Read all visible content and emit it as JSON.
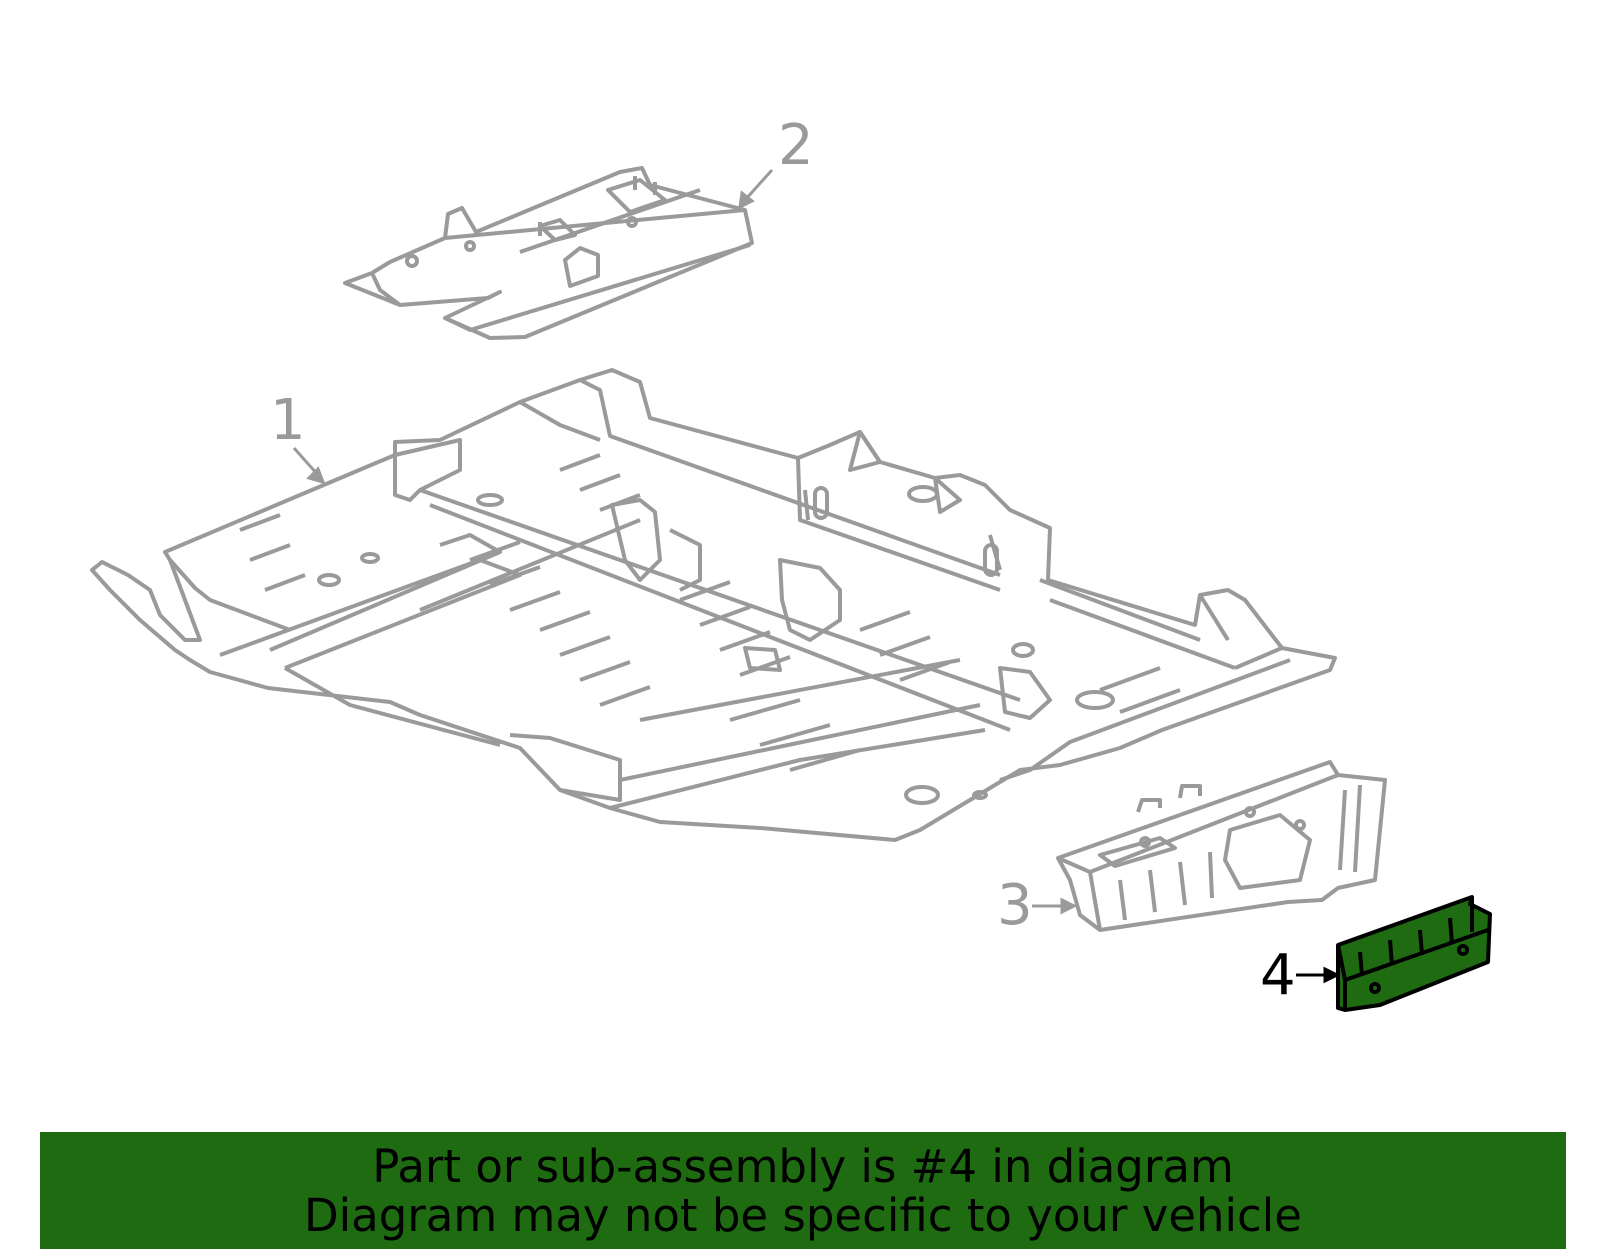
{
  "callouts": {
    "part1": "1",
    "part2": "2",
    "part3": "3",
    "part4": "4"
  },
  "highlighted_part": "4",
  "colors": {
    "outline": "#9a9a9a",
    "highlight_fill": "#1e6b12",
    "highlight_outline": "#000000",
    "banner": "#1e6b12"
  },
  "footer": {
    "line1": "Part or sub-assembly is #4 in diagram",
    "line2": "Diagram may not be specific to your vehicle"
  }
}
